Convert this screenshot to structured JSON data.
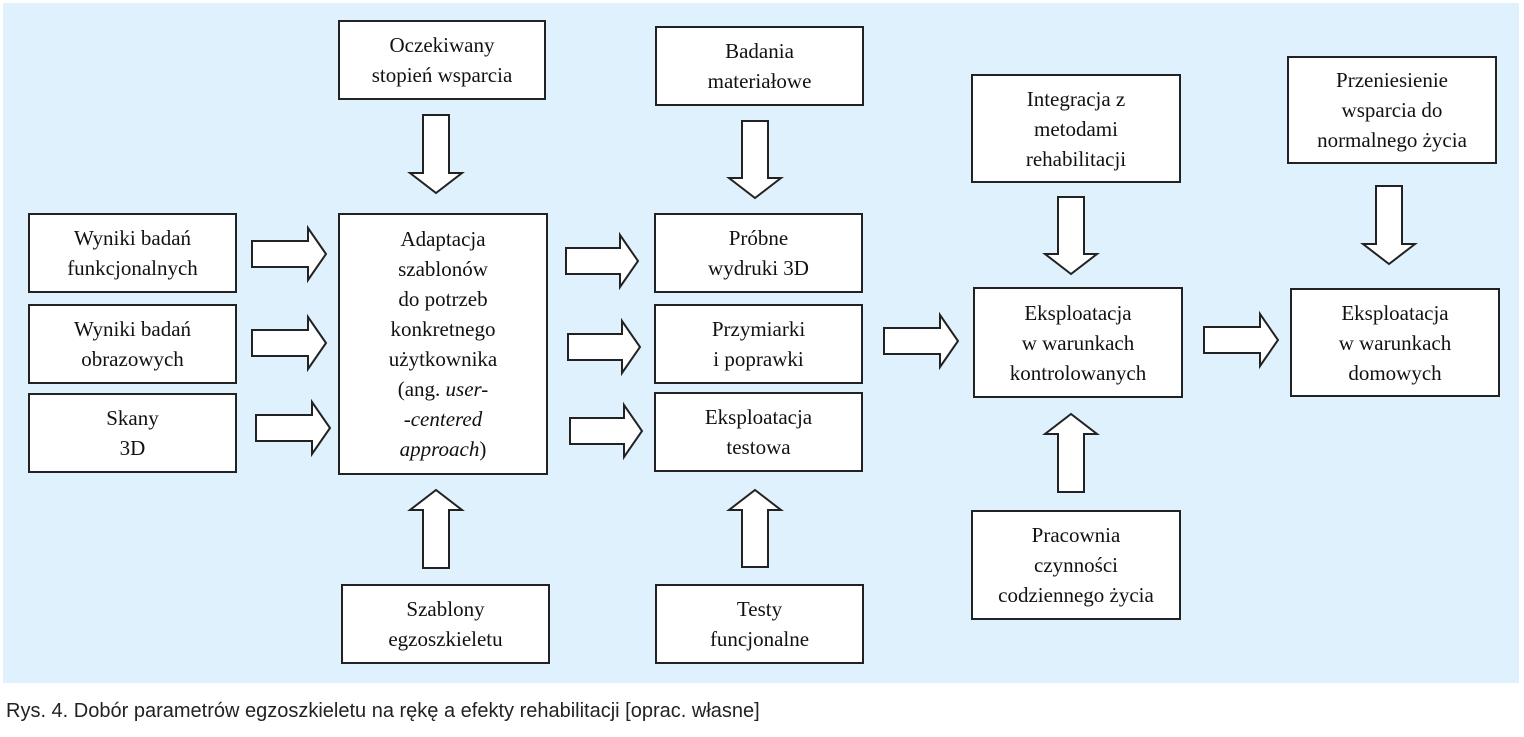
{
  "diagram": {
    "inputs": [
      "Wyniki badań\nfunkcjonalnych",
      "Wyniki badań\nobrazowych",
      "Skany\n3D"
    ],
    "expected_support": "Oczekiwany\nstopień wsparcia",
    "adaptation": {
      "line1": "Adaptacja",
      "line2": "szablonów",
      "line3": "do potrzeb",
      "line4": "konkretnego",
      "line5": "użytkownika",
      "line6_prefix": "(ang. ",
      "line6_italic": "user-",
      "line7_italic": "-centered",
      "line8_italic": "approach",
      "line8_suffix": ")"
    },
    "templates": "Szablony\negzoszkieletu",
    "material_research": "Badania\nmateriałowe",
    "stages": [
      "Próbne\nwydruki 3D",
      "Przymiarki\ni poprawki",
      "Eksploatacja\ntestowa"
    ],
    "functional_tests": "Testy\nfuncjonalne",
    "integration": "Integracja z\nmetodami\nrehabilitacji",
    "controlled": "Eksploatacja\nw warunkach\nkontrolowanych",
    "daily_living": "Pracownia\nczynności\ncodziennego życia",
    "transfer": "Przeniesienie\nwsparcia do\nnormalnego życia",
    "home": "Eksploatacja\nw warunkach\ndomowych"
  },
  "caption": "Rys. 4. Dobór parametrów egzoszkieletu na rękę a efekty rehabilitacji [oprac. własne]"
}
